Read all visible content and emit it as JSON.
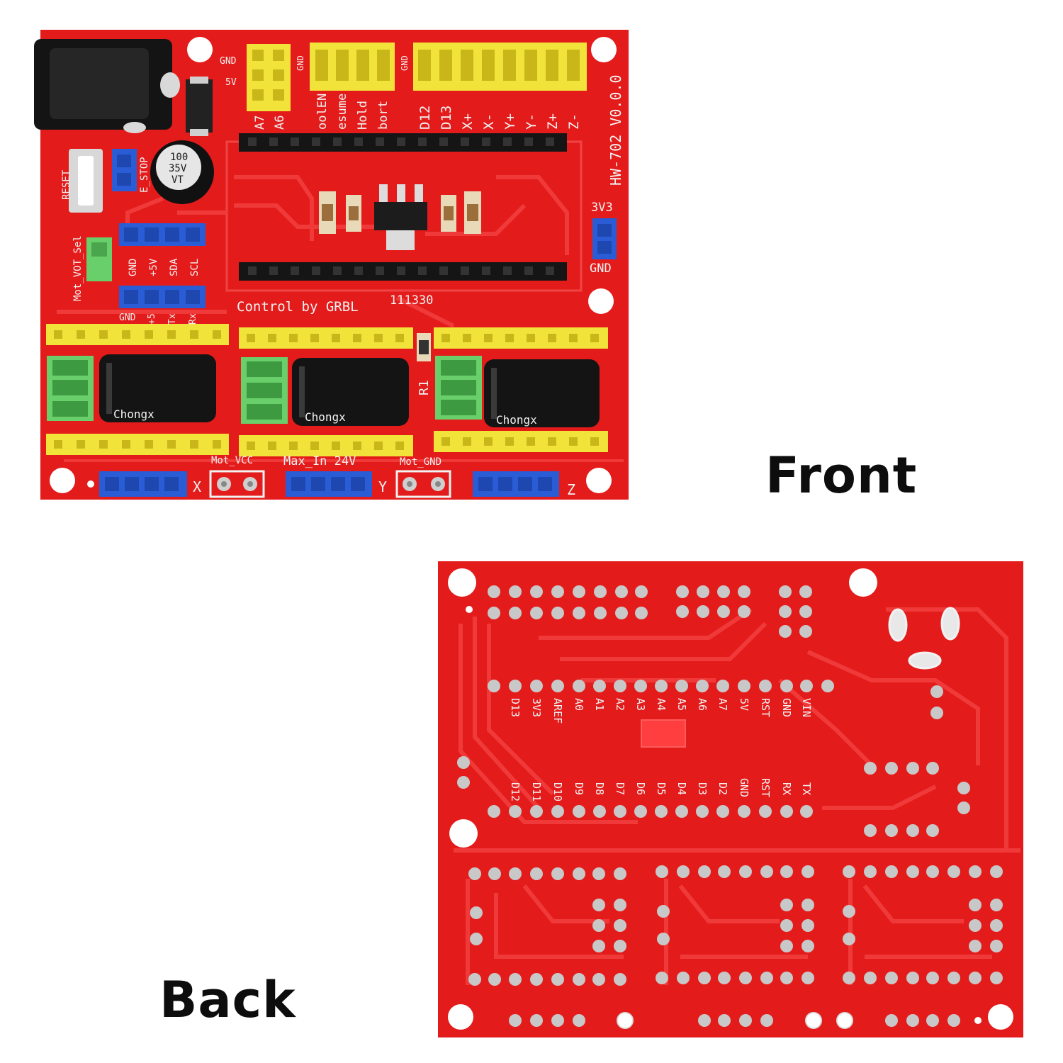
{
  "colors": {
    "board": "#e41b1b",
    "trace": "#f03a3a",
    "header_yellow": "#f2e33a",
    "jumper_blue": "#2a5cd6",
    "jumper_green": "#69cf6a",
    "socket_black": "#151515",
    "silkscreen": "#f2f2f2"
  },
  "labels": {
    "front": "Front",
    "back": "Back"
  },
  "front": {
    "model": "HW-702 V0.0.0",
    "control_text": "Control by GRBL",
    "code": "111330",
    "cap_main": [
      "100",
      "35V",
      "VT"
    ],
    "r1": "R1",
    "silk": {
      "gnd1": "GND",
      "v5": "5V",
      "gnd2": "GND",
      "gnd3": "GND",
      "pins_top": [
        "A7",
        "A6",
        "oolEN",
        "esume",
        "Hold",
        "bort",
        "D12",
        "D13",
        "X+",
        "X-",
        "Y+",
        "Y-",
        "Z+",
        "Z-"
      ],
      "reset": "RESET",
      "estop": "E_STOP",
      "i2c": [
        "GND",
        "+5V",
        "SDA",
        "SCL"
      ],
      "uart": [
        "GND",
        "+5",
        "Tx",
        "Rx"
      ],
      "mot_sel": "Mot_VOT_Sel",
      "v33": "3V3",
      "gnd4": "GND",
      "mot_vcc": "Mot_VCC",
      "max_in": "Max_In 24V",
      "mot_gnd": "Mot_GND",
      "axes": [
        "X",
        "Y",
        "Z"
      ],
      "cap_brand": "Chongx"
    }
  },
  "back": {
    "top_row": [
      "D13",
      "3V3",
      "AREF",
      "A0",
      "A1",
      "A2",
      "A3",
      "A4",
      "A5",
      "A6",
      "A7",
      "5V",
      "RST",
      "GND",
      "VIN"
    ],
    "bottom_row": [
      "D12",
      "D11",
      "D10",
      "D9",
      "D8",
      "D7",
      "D6",
      "D5",
      "D4",
      "D3",
      "D2",
      "GND",
      "RST",
      "RX",
      "TX"
    ]
  }
}
